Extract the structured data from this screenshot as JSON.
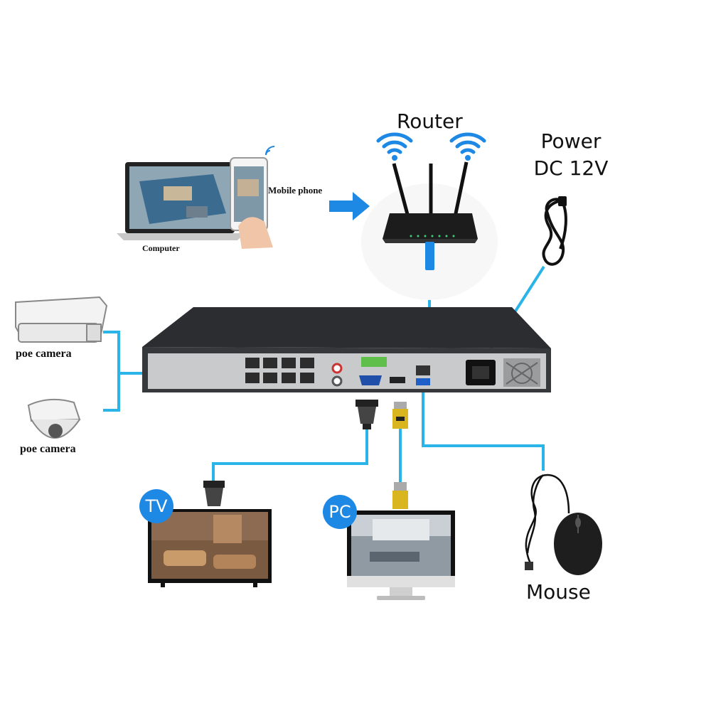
{
  "labels": {
    "router": "Router",
    "power_line1": "Power",
    "power_line2": "DC 12V",
    "mobile_phone": "Mobile phone",
    "computer": "Computer",
    "poe_camera_1": "poe camera",
    "poe_camera_2": "poe camera",
    "tv": "TV",
    "pc": "PC",
    "mouse": "Mouse"
  },
  "colors": {
    "cable": "#2ab4e8",
    "arrow": "#1e88e5",
    "badge": "#1e88e5",
    "nvr_body": "#2b2d30",
    "nvr_panel": "#c8cacc"
  },
  "icons": [
    "laptop-icon",
    "mobile-phone-icon",
    "wifi-icon",
    "router-icon",
    "power-cable-icon",
    "nvr-icon",
    "bullet-camera-icon",
    "dome-camera-icon",
    "vga-connector-icon",
    "hdmi-connector-icon",
    "tv-icon",
    "monitor-icon",
    "mouse-icon",
    "arrow-right-icon"
  ]
}
